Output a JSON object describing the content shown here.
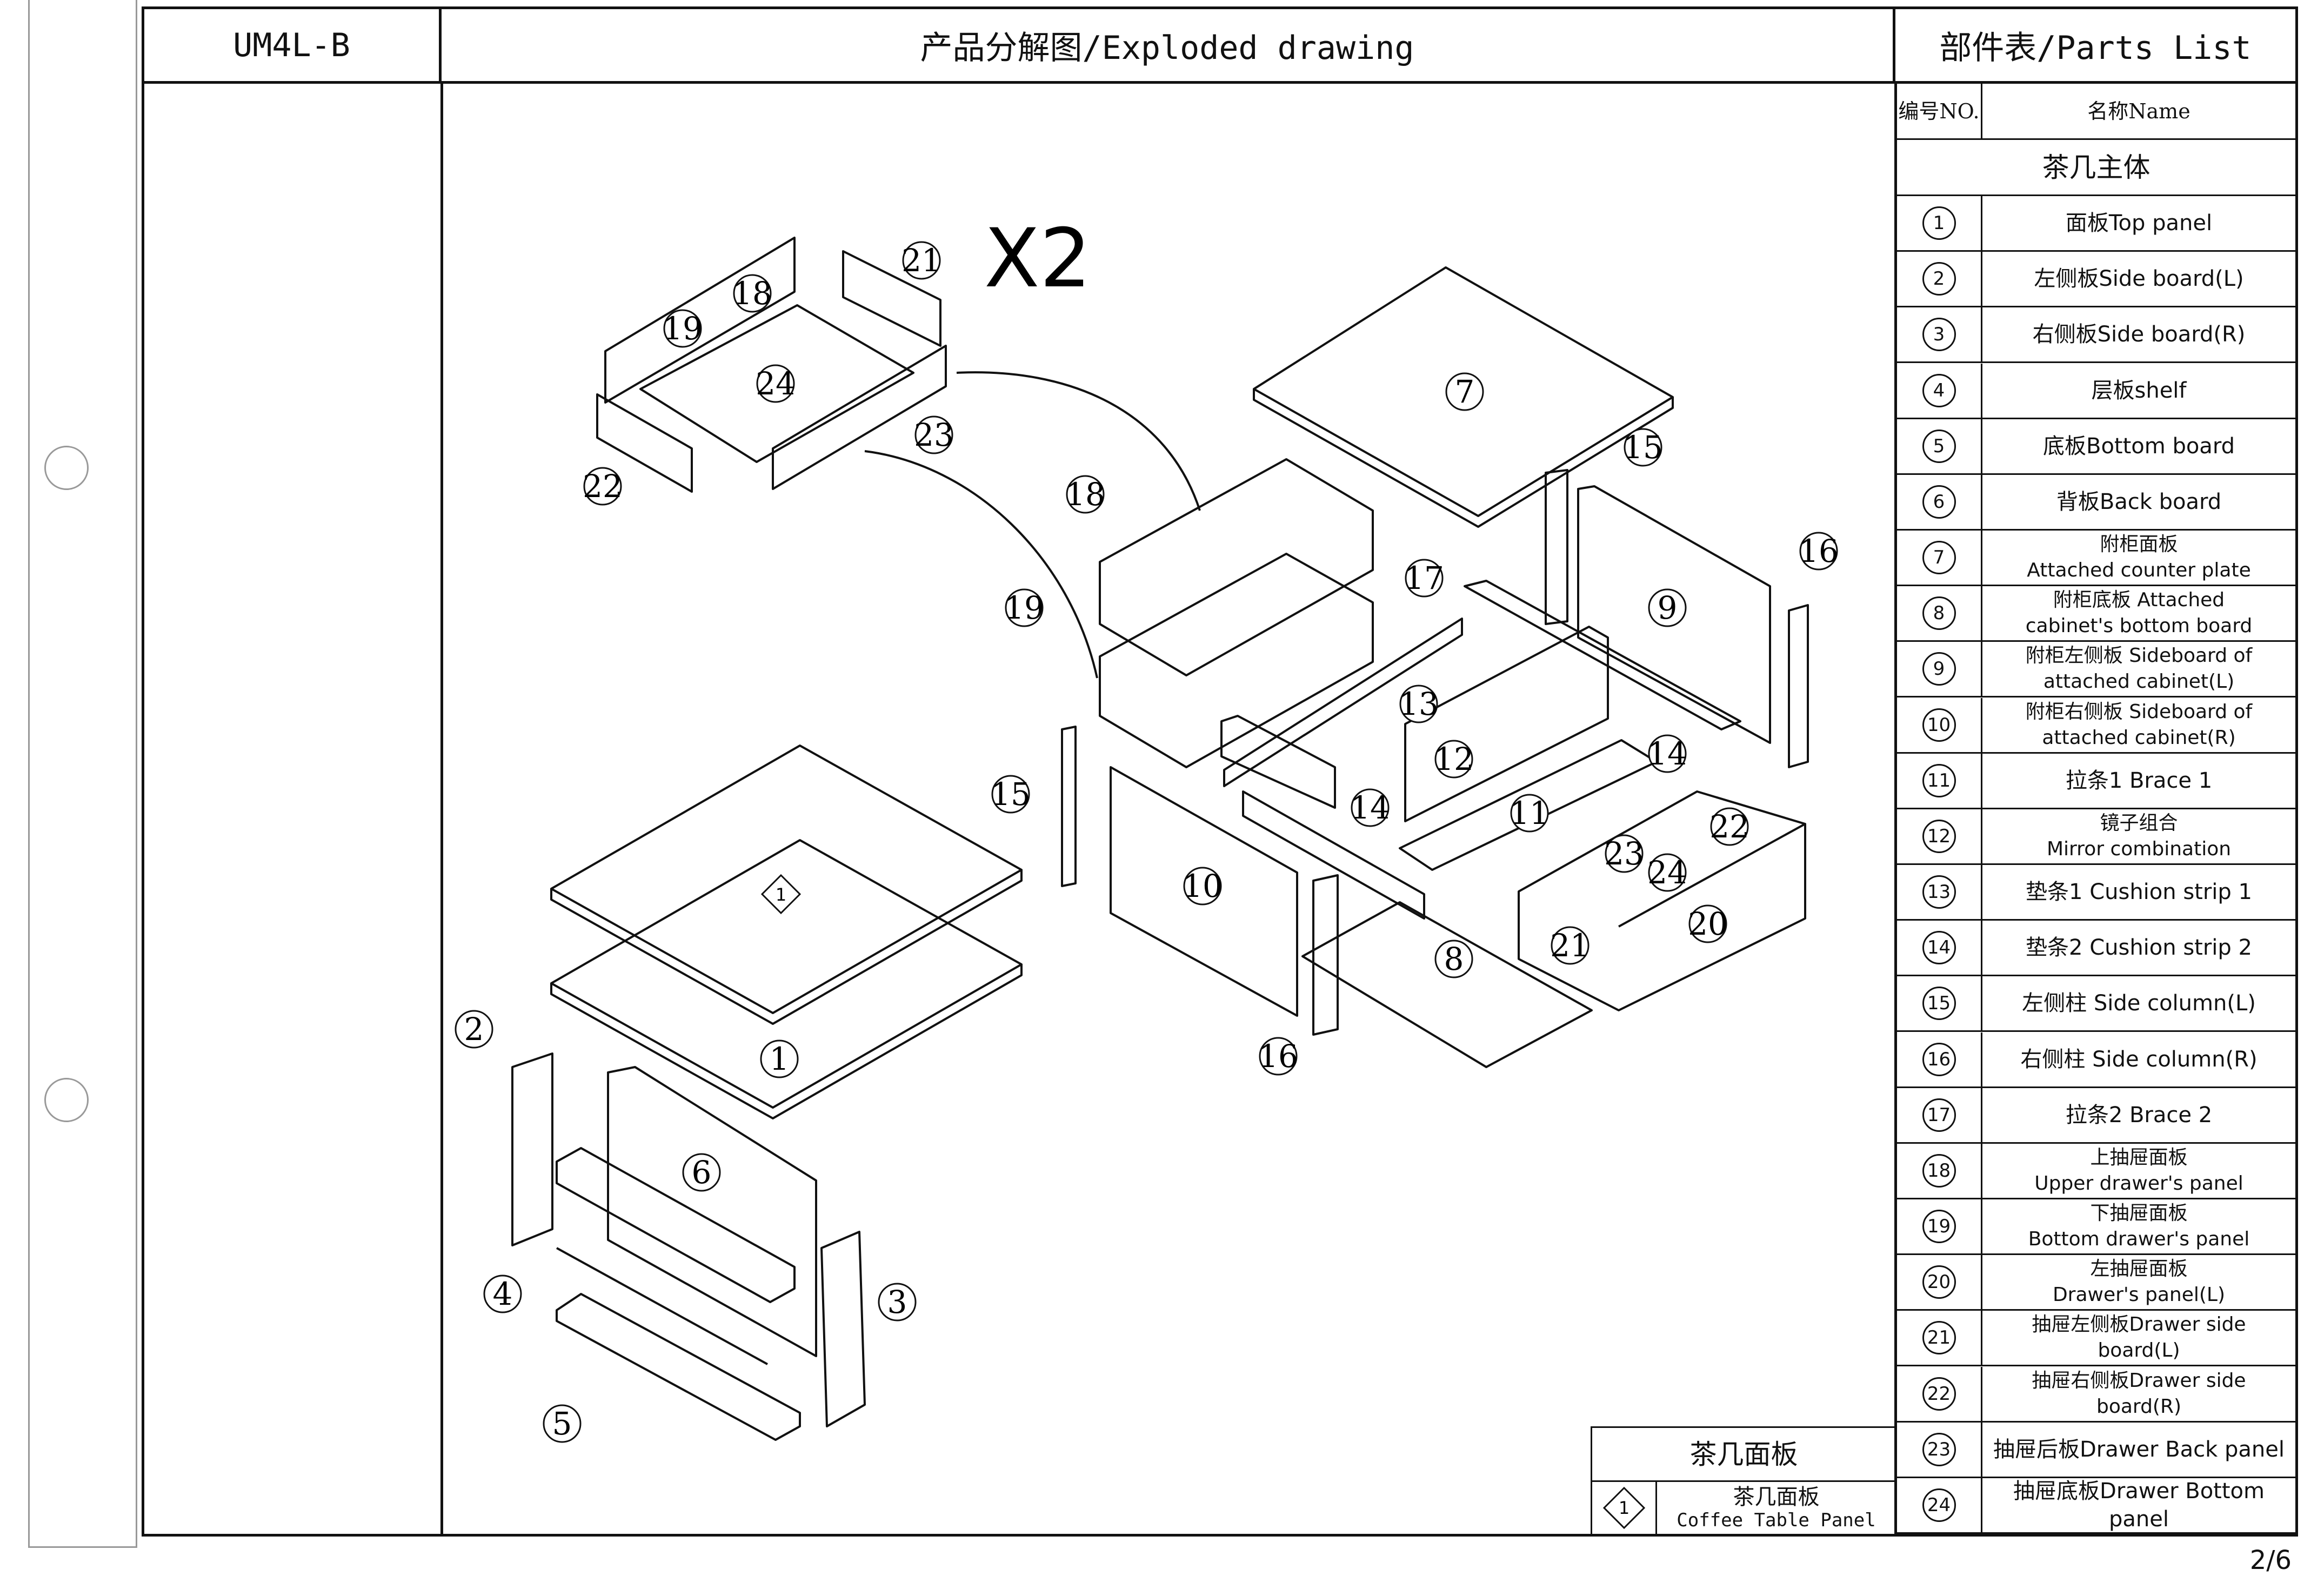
{
  "header": {
    "model": "UM4L-B",
    "title": "产品分解图/Exploded drawing",
    "parts_list_title": "部件表/Parts List"
  },
  "parts_table": {
    "col_no": "编号NO.",
    "col_name": "名称Name",
    "group_title": "茶几主体",
    "rows": [
      {
        "no": "1",
        "name": "面板Top panel"
      },
      {
        "no": "2",
        "name": "左侧板Side board(L)"
      },
      {
        "no": "3",
        "name": "右侧板Side board(R)"
      },
      {
        "no": "4",
        "name": "层板shelf"
      },
      {
        "no": "5",
        "name": "底板Bottom board"
      },
      {
        "no": "6",
        "name": "背板Back board"
      },
      {
        "no": "7",
        "name": "附柜面板\nAttached counter plate"
      },
      {
        "no": "8",
        "name": "附柜底板 Attached\ncabinet's bottom board"
      },
      {
        "no": "9",
        "name": "附柜左侧板 Sideboard of\nattached cabinet(L)"
      },
      {
        "no": "10",
        "name": "附柜右侧板 Sideboard of\nattached cabinet(R)"
      },
      {
        "no": "11",
        "name": "拉条1 Brace 1"
      },
      {
        "no": "12",
        "name": "镜子组合\nMirror combination"
      },
      {
        "no": "13",
        "name": "垫条1 Cushion strip 1"
      },
      {
        "no": "14",
        "name": "垫条2 Cushion strip 2"
      },
      {
        "no": "15",
        "name": "左侧柱 Side column(L)"
      },
      {
        "no": "16",
        "name": "右侧柱 Side column(R)"
      },
      {
        "no": "17",
        "name": "拉条2 Brace 2"
      },
      {
        "no": "18",
        "name": "上抽屉面板\nUpper drawer's panel"
      },
      {
        "no": "19",
        "name": "下抽屉面板\nBottom drawer's panel"
      },
      {
        "no": "20",
        "name": "左抽屉面板\nDrawer's panel(L)"
      },
      {
        "no": "21",
        "name": "抽屉左侧板Drawer side\nboard(L)"
      },
      {
        "no": "22",
        "name": "抽屉右侧板Drawer side\nboard(R)"
      },
      {
        "no": "23",
        "name": "抽屉后板Drawer Back panel"
      },
      {
        "no": "24",
        "name": "抽屉底板Drawer Bottom panel"
      }
    ]
  },
  "legend": {
    "title": "茶几面板",
    "symbol": "1",
    "name_cn": "茶几面板",
    "name_en": "Coffee Table Panel"
  },
  "drawing": {
    "multiplier": "X2",
    "callouts": [
      "1",
      "2",
      "3",
      "4",
      "5",
      "6",
      "7",
      "8",
      "9",
      "10",
      "11",
      "12",
      "13",
      "14",
      "15",
      "16",
      "17",
      "18",
      "19",
      "20",
      "21",
      "22",
      "23",
      "24"
    ],
    "diamond_label": "1"
  },
  "footer": {
    "page": "2/6"
  }
}
